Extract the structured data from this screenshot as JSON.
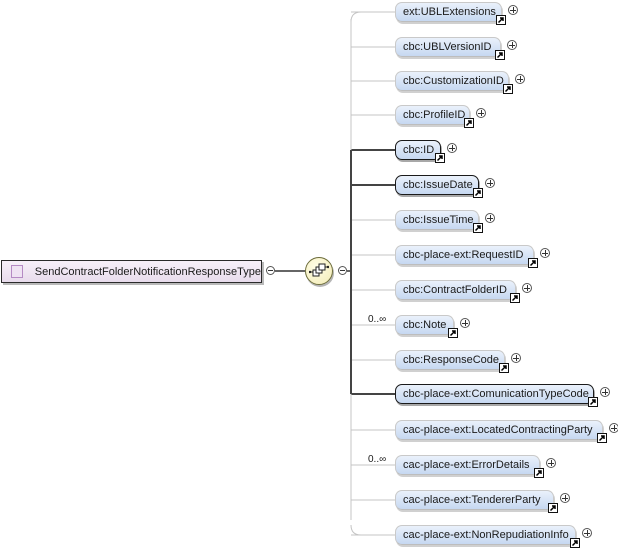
{
  "root": {
    "name": "SendContractFolderNotificationResponseType"
  },
  "compositor": {
    "type": "sequence",
    "icon": "sequence-icon"
  },
  "children": [
    {
      "name": "ext:UBLExtensions",
      "required": false,
      "occurs": ""
    },
    {
      "name": "cbc:UBLVersionID",
      "required": false,
      "occurs": ""
    },
    {
      "name": "cbc:CustomizationID",
      "required": false,
      "occurs": ""
    },
    {
      "name": "cbc:ProfileID",
      "required": false,
      "occurs": ""
    },
    {
      "name": "cbc:ID",
      "required": true,
      "occurs": ""
    },
    {
      "name": "cbc:IssueDate",
      "required": true,
      "occurs": ""
    },
    {
      "name": "cbc:IssueTime",
      "required": false,
      "occurs": ""
    },
    {
      "name": "cbc-place-ext:RequestID",
      "required": false,
      "occurs": ""
    },
    {
      "name": "cbc:ContractFolderID",
      "required": false,
      "occurs": ""
    },
    {
      "name": "cbc:Note",
      "required": false,
      "occurs": "0..∞"
    },
    {
      "name": "cbc:ResponseCode",
      "required": false,
      "occurs": ""
    },
    {
      "name": "cbc-place-ext:ComunicationTypeCode",
      "required": true,
      "occurs": ""
    },
    {
      "name": "cac-place-ext:LocatedContractingParty",
      "required": false,
      "occurs": ""
    },
    {
      "name": "cac-place-ext:ErrorDetails",
      "required": false,
      "occurs": "0..∞"
    },
    {
      "name": "cac-place-ext:TendererParty",
      "required": false,
      "occurs": ""
    },
    {
      "name": "cac-place-ext:NonRepudiationInfo",
      "required": false,
      "occurs": ""
    }
  ],
  "colors": {
    "node_fill_top": "#eaf1fb",
    "node_fill_bottom": "#c6d8f1",
    "root_fill": "#efe3f3",
    "compositor_fill": "#f3ecb6"
  }
}
